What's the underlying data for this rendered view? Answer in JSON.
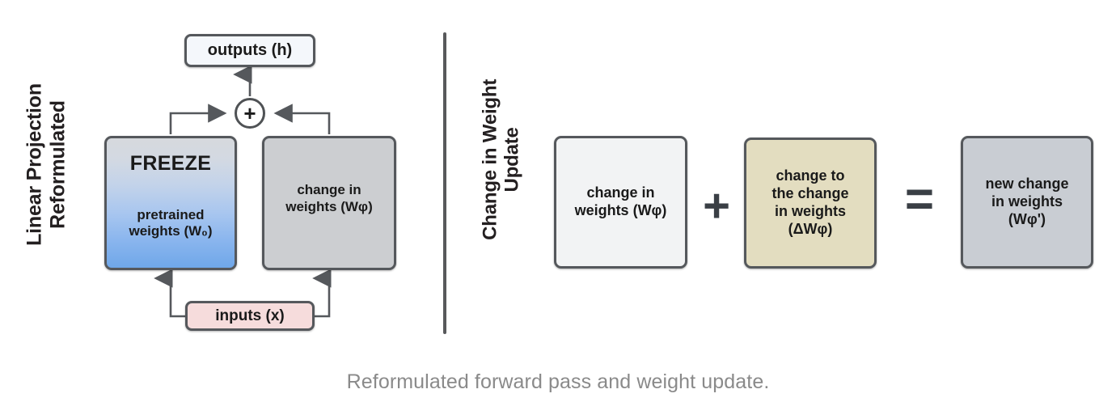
{
  "figure": {
    "caption": "Reformulated forward pass and weight update."
  },
  "panels": {
    "left": {
      "label_line1": "Linear Projection",
      "label_line2": "Reformulated",
      "nodes": {
        "outputs": {
          "label": "outputs (h)"
        },
        "pretrained": {
          "freeze": "FREEZE",
          "line1": "pretrained",
          "line2": "weights (W₀)"
        },
        "change_in_weights": {
          "line1": "change in",
          "line2": "weights (Wφ)"
        },
        "inputs": {
          "label": "inputs (x)"
        }
      },
      "sum_operator": "+"
    },
    "right": {
      "label_line1": "Change in Weight",
      "label_line2": "Update",
      "nodes": {
        "change_in_weights": {
          "line1": "change in",
          "line2": "weights (Wφ)"
        },
        "change_to_change": {
          "line1": "change to",
          "line2": "the change",
          "line3": "in weights",
          "line4": "(ΔWφ)"
        },
        "new_change_in_weights": {
          "line1": "new change",
          "line2": "in weights",
          "line3": "(Wφ')"
        }
      },
      "operators": {
        "plus": "+",
        "equals": "="
      }
    }
  },
  "colors": {
    "outputs_fill": "#f4f7fb",
    "pretrained_gradient_top": "#d6d9dd",
    "pretrained_gradient_bottom": "#6fa7e9",
    "change_weights_fill": "#ccced1",
    "inputs_fill": "#f6dcdc",
    "right_change_fill": "#f2f3f4",
    "right_delta_fill": "#e3ddc0",
    "right_new_fill": "#c9cdd3",
    "stroke": "#55585c",
    "caption_text": "#8a8a8a",
    "label_text": "#231f20"
  }
}
